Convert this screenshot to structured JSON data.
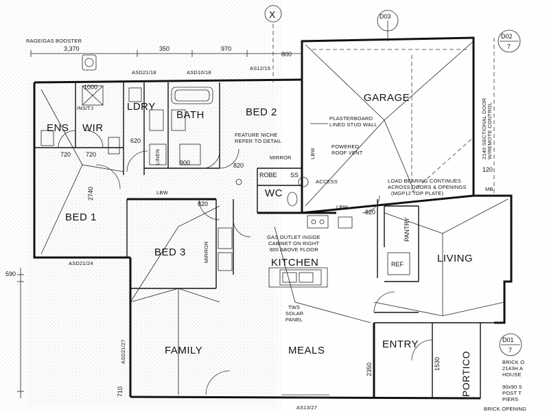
{
  "rooms": {
    "ens": "ENS",
    "wir": "WIR",
    "ldry": "LDRY",
    "bath": "BATH",
    "bed2": "BED 2",
    "garage": "GARAGE",
    "bed1": "BED 1",
    "bed3": "BED 3",
    "kitchen": "KITCHEN",
    "living": "LIVING",
    "family": "FAMILY",
    "meals": "MEALS",
    "entry": "ENTRY",
    "portico": "PORTICO",
    "wc": "WC",
    "robe": "ROBE",
    "ss": "SS",
    "ref": "REF",
    "pantry": "PANTRY"
  },
  "markers": {
    "grid_x": "X",
    "d03": "D03",
    "d02": "D02",
    "d01": "D01",
    "sheet": "7"
  },
  "dimensions": {
    "d3370": "3,370",
    "d350": "350",
    "d970": "970",
    "d800": "800",
    "d590": "590",
    "d2740": "2740",
    "d720a": "720",
    "d720b": "720",
    "d820a": "820",
    "d820b": "820",
    "d820c": "820",
    "d620": "620",
    "d900": "900",
    "d1000": "1000",
    "d120": "120",
    "d2350": "2350",
    "d1530": "1530",
    "d710": "710"
  },
  "notes": {
    "gas_booster": "RAGE/GAS BOOSTER",
    "asd2118": "ASD21/18",
    "asd1018": "ASD10/18",
    "as1215": "AS12/15",
    "asd2124": "ASD21/24",
    "asd2127": "ASD21/27",
    "as1327": "AS13/27",
    "plasterboard": "PLASTERBOARD",
    "plasterboard2": "LINED STUD WALL",
    "niche": "FEATURE NICHE",
    "niche2": "REFER TO DETAIL",
    "powered": "POWERED",
    "roof_vent": "ROOF VENT",
    "access": "ACCESS",
    "mirror": "MIRROR",
    "lbw": "LBW",
    "load1": "LOAD BEARING CONTINUES",
    "load2": "ACROSS DOORS & OPENINGS",
    "load3": "(MGP12 TOP PLATE)",
    "gas1": "GAS OUTLET INSIDE",
    "gas2": "CABINET ON RIGHT",
    "gas3": "800 ABOVE FLOOR",
    "solar1": "TWS",
    "solar2": "SOLAR",
    "solar3": "PANEL",
    "sectional": "2140 SECTIONAL DOOR",
    "remote": "W/REMOTE CONTROL",
    "brick1": "BRICK O",
    "brick2": "2143H A",
    "brick3": "HOUSE",
    "post1": "90x90 S",
    "post2": "POST T",
    "post3": "PIERS",
    "brick_open": "BRICK OPENING",
    "mb": "MB",
    "lnen": "LINEN",
    "ins": "INS/TJ"
  }
}
